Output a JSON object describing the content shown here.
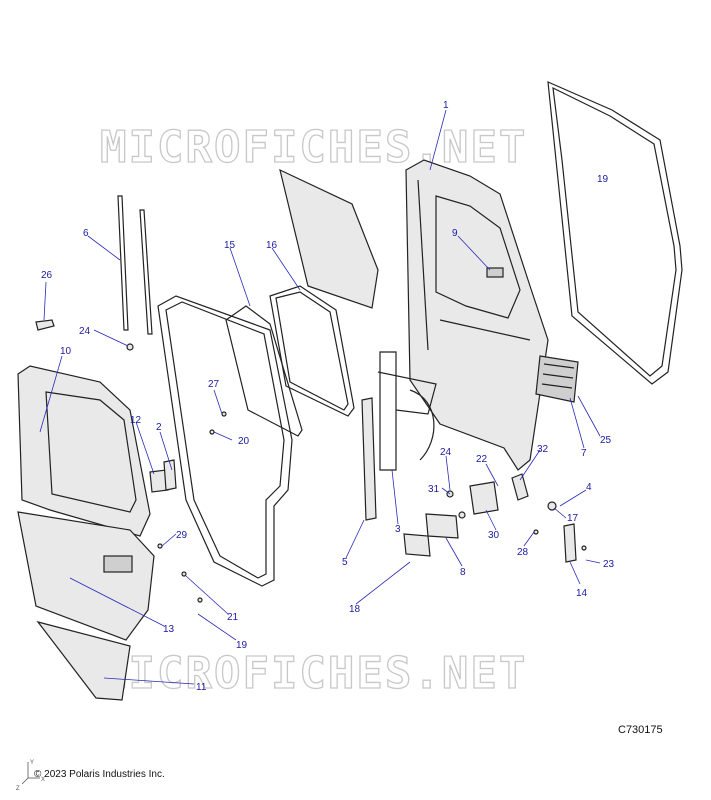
{
  "watermark": "MICROFICHES.NET",
  "figure_code": "C730175",
  "copyright": "© 2023 Polaris Industries Inc.",
  "axes": {
    "x": "X",
    "y": "Y",
    "z": "Z"
  },
  "callouts": [
    {
      "label": "1"
    },
    {
      "label": "2"
    },
    {
      "label": "3"
    },
    {
      "label": "4"
    },
    {
      "label": "5"
    },
    {
      "label": "6"
    },
    {
      "label": "7"
    },
    {
      "label": "8"
    },
    {
      "label": "9"
    },
    {
      "label": "10"
    },
    {
      "label": "11"
    },
    {
      "label": "12"
    },
    {
      "label": "13"
    },
    {
      "label": "14"
    },
    {
      "label": "15"
    },
    {
      "label": "16"
    },
    {
      "label": "17"
    },
    {
      "label": "18"
    },
    {
      "label": "19"
    },
    {
      "label": "19"
    },
    {
      "label": "20"
    },
    {
      "label": "21"
    },
    {
      "label": "22"
    },
    {
      "label": "23"
    },
    {
      "label": "24"
    },
    {
      "label": "24"
    },
    {
      "label": "25"
    },
    {
      "label": "26"
    },
    {
      "label": "27"
    },
    {
      "label": "28"
    },
    {
      "label": "29"
    },
    {
      "label": "30"
    },
    {
      "label": "31"
    },
    {
      "label": "32"
    }
  ]
}
